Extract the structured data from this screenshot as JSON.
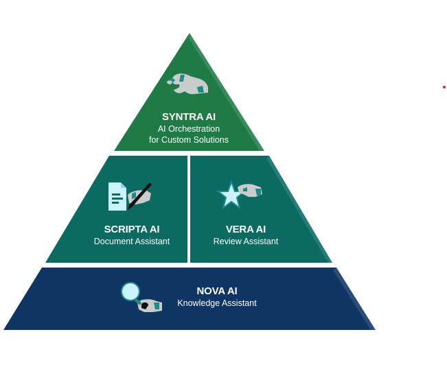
{
  "colors": {
    "top_tier": "#1f7a45",
    "middle_tier": "#0b6a62",
    "bottom_tier": "#0f3565",
    "icon_light": "#c9f2fb",
    "hand_grey": "#c8cdcc",
    "hand_teal": "#1d8a8a",
    "marker_dot": "#e8231f"
  },
  "tiers": {
    "top": {
      "name": "SYNTRA AI",
      "description_line1": "AI Orchestration",
      "description_line2": "for Custom Solutions",
      "icon": "robot-hand-icon"
    },
    "middle_left": {
      "name": "SCRIPTA AI",
      "description": "Document Assistant",
      "icon": "document-pen-icon"
    },
    "middle_right": {
      "name": "VERA AI",
      "description": "Review Assistant",
      "icon": "star-hand-icon"
    },
    "bottom": {
      "name": "NOVA AI",
      "description": "Knowledge Assistant",
      "icon": "magnifier-hand-icon"
    }
  }
}
